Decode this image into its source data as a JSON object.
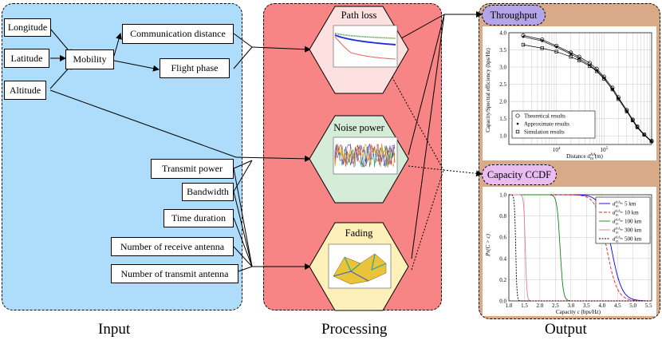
{
  "input": {
    "caption": "Input",
    "boxes": {
      "longitude": "Longitude",
      "latitude": "Latitude",
      "altitude": "Altitude",
      "mobility": "Mobility",
      "communication_distance": "Communication distance",
      "flight_phase": "Flight phase",
      "transmit_power": "Transmit power",
      "bandwidth": "Bandwidth",
      "time_duration": "Time duration",
      "receive_antenna": "Number of receive antenna",
      "transmit_antenna": "Number of transmit antenna"
    }
  },
  "processing": {
    "caption": "Processing",
    "modules": [
      "Path loss",
      "Noise power",
      "Fading"
    ]
  },
  "output": {
    "caption": "Output",
    "throughput": {
      "title": "Throughput",
      "ylabel": "Capacity/Spectral efficiency (bps/Hz)",
      "xlabel": "Distance d",
      "xlabel_sup": "AA",
      "xlabel_sub": "m",
      "xlabel_unit": " (m)",
      "legend": [
        "Theoretical results",
        "Approximate results",
        "Simulation results"
      ],
      "yticks": [
        "4.0",
        "3.5",
        "3.0",
        "2.5",
        "2.0",
        "1.5",
        "1.0"
      ],
      "xticks_pow": [
        4,
        5
      ]
    },
    "ccdf": {
      "title": "Capacity CCDF",
      "ylabel": "Pr(C > c)",
      "xlabel": "Capacity c (bps/Hz)",
      "yticks": [
        "1.0",
        "0.8",
        "0.6",
        "0.4",
        "0.2",
        "0.0"
      ],
      "xticks": [
        "1.0",
        "1.5",
        "2.0",
        "2.5",
        "3.0",
        "3.5",
        "4.0",
        "4.5",
        "5.0",
        "5.5"
      ],
      "legend": [
        {
          "prefix": "d",
          "sup": "AA",
          "sub": "m",
          "text": " = 5 km",
          "color": "#0000ee"
        },
        {
          "prefix": "d",
          "sup": "AA",
          "sub": "m",
          "text": " = 10 km",
          "color": "#ee2222"
        },
        {
          "prefix": "d",
          "sup": "AA",
          "sub": "m",
          "text": " = 100 km",
          "color": "#118811"
        },
        {
          "prefix": "d",
          "sup": "AA",
          "sub": "m",
          "text": " = 300 km",
          "color": "#e07a98"
        },
        {
          "prefix": "d",
          "sup": "AA",
          "sub": "m",
          "text": " = 500 km",
          "color": "#000000"
        }
      ]
    }
  },
  "colors": {
    "input_panel": "#aedcfb",
    "processing_panel": "#f78586",
    "output_panel": "#d8aa88",
    "hex_pathloss": "#fde0e0",
    "hex_noise": "#d5ecd8",
    "hex_fading": "#fdf0b8",
    "pill_throughput": "#b4a5e8",
    "pill_ccdf": "#eabdf2"
  },
  "chart_data": [
    {
      "type": "line",
      "title": "Throughput",
      "ylabel": "Capacity/Spectral efficiency (bps/Hz)",
      "xlabel": "Distance (m)",
      "xscale": "log",
      "xlim": [
        1000,
        1000000
      ],
      "ylim": [
        0.75,
        4.0
      ],
      "grid": true,
      "legend_position": "bottom-left",
      "series": [
        {
          "name": "Theoretical results",
          "marker": "circle",
          "x": [
            2000,
            5000,
            10000,
            20000,
            30000,
            50000,
            70000,
            100000,
            150000,
            200000,
            300000,
            400000,
            500000,
            700000,
            1000000
          ],
          "y": [
            3.92,
            3.8,
            3.62,
            3.42,
            3.3,
            3.12,
            2.95,
            2.72,
            2.4,
            2.12,
            1.75,
            1.47,
            1.27,
            1.04,
            0.85
          ]
        },
        {
          "name": "Approximate results",
          "marker": "dot",
          "x": [
            2000,
            5000,
            10000,
            20000,
            30000,
            50000,
            70000,
            100000,
            150000,
            200000,
            300000,
            400000,
            500000,
            700000,
            1000000
          ],
          "y": [
            3.88,
            3.76,
            3.58,
            3.38,
            3.25,
            3.06,
            2.9,
            2.68,
            2.35,
            2.08,
            1.71,
            1.44,
            1.24,
            1.02,
            0.83
          ]
        },
        {
          "name": "Simulation results",
          "marker": "square",
          "x": [
            2000,
            5000,
            10000,
            20000,
            30000,
            50000,
            70000,
            100000,
            150000,
            200000,
            300000,
            400000,
            500000,
            700000,
            1000000
          ],
          "y": [
            3.65,
            3.55,
            3.45,
            3.3,
            3.2,
            3.03,
            2.88,
            2.66,
            2.35,
            2.07,
            1.71,
            1.45,
            1.25,
            1.03,
            0.84
          ]
        }
      ]
    },
    {
      "type": "line",
      "title": "Capacity CCDF",
      "ylabel": "Pr(C > c)",
      "xlabel": "Capacity c (bps/Hz)",
      "xlim": [
        1.0,
        5.6
      ],
      "ylim": [
        0.0,
        1.0
      ],
      "grid": true,
      "legend_position": "top-right",
      "series": [
        {
          "name": "= 5 km",
          "color": "#0000ee",
          "center": 4.3,
          "spread": 0.17
        },
        {
          "name": "= 10 km",
          "color": "#ee2222",
          "center": 4.15,
          "spread": 0.17
        },
        {
          "name": "= 100 km",
          "color": "#118811",
          "center": 2.65,
          "spread": 0.05
        },
        {
          "name": "= 300 km",
          "color": "#e07a98",
          "center": 1.53,
          "spread": 0.025
        },
        {
          "name": "= 500 km",
          "color": "#000000",
          "center": 1.22,
          "spread": 0.02
        }
      ]
    }
  ]
}
